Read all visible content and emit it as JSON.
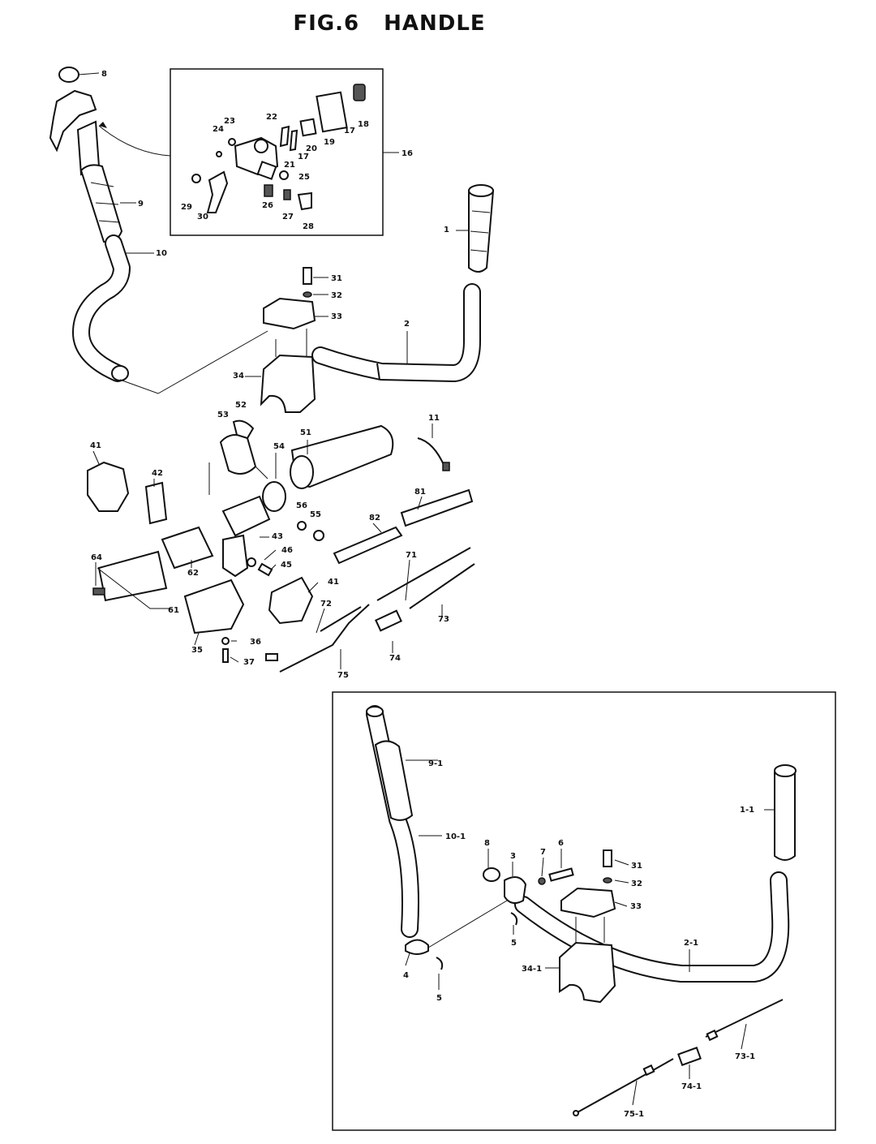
{
  "title": "FIG.6    HANDLE",
  "labels": {
    "p8": "8",
    "p23": "23",
    "p22": "22",
    "p24": "24",
    "p21": "21",
    "p17a": "17",
    "p20": "20",
    "p19": "19",
    "p17b": "17",
    "p18": "18",
    "p16": "16",
    "p25": "25",
    "p26": "26",
    "p27": "27",
    "p28": "28",
    "p29": "29",
    "p30": "30",
    "p9": "9",
    "p10": "10",
    "p1": "1",
    "p31": "31",
    "p32": "32",
    "p33": "33",
    "p2": "2",
    "p34": "34",
    "p53": "53",
    "p52": "52",
    "p51": "51",
    "p11": "11",
    "p41a": "41",
    "p42": "42",
    "p54": "54",
    "p56": "56",
    "p55": "55",
    "p81": "81",
    "p82": "82",
    "p43": "43",
    "p46": "46",
    "p45": "45",
    "p64": "64",
    "p62": "62",
    "p61": "61",
    "p41b": "41",
    "p71": "71",
    "p72": "72",
    "p73": "73",
    "p35": "35",
    "p36": "36",
    "p37": "37",
    "p74": "74",
    "p75": "75",
    "q9_1": "9-1",
    "q10_1": "10-1",
    "q8": "8",
    "q3": "3",
    "q7": "7",
    "q6": "6",
    "q31": "31",
    "q32": "32",
    "q33": "33",
    "q1_1": "1-1",
    "q5a": "5",
    "q4": "4",
    "q5b": "5",
    "q34_1": "34-1",
    "q2_1": "2-1",
    "q73_1": "73-1",
    "q74_1": "74-1",
    "q75_1": "75-1"
  }
}
